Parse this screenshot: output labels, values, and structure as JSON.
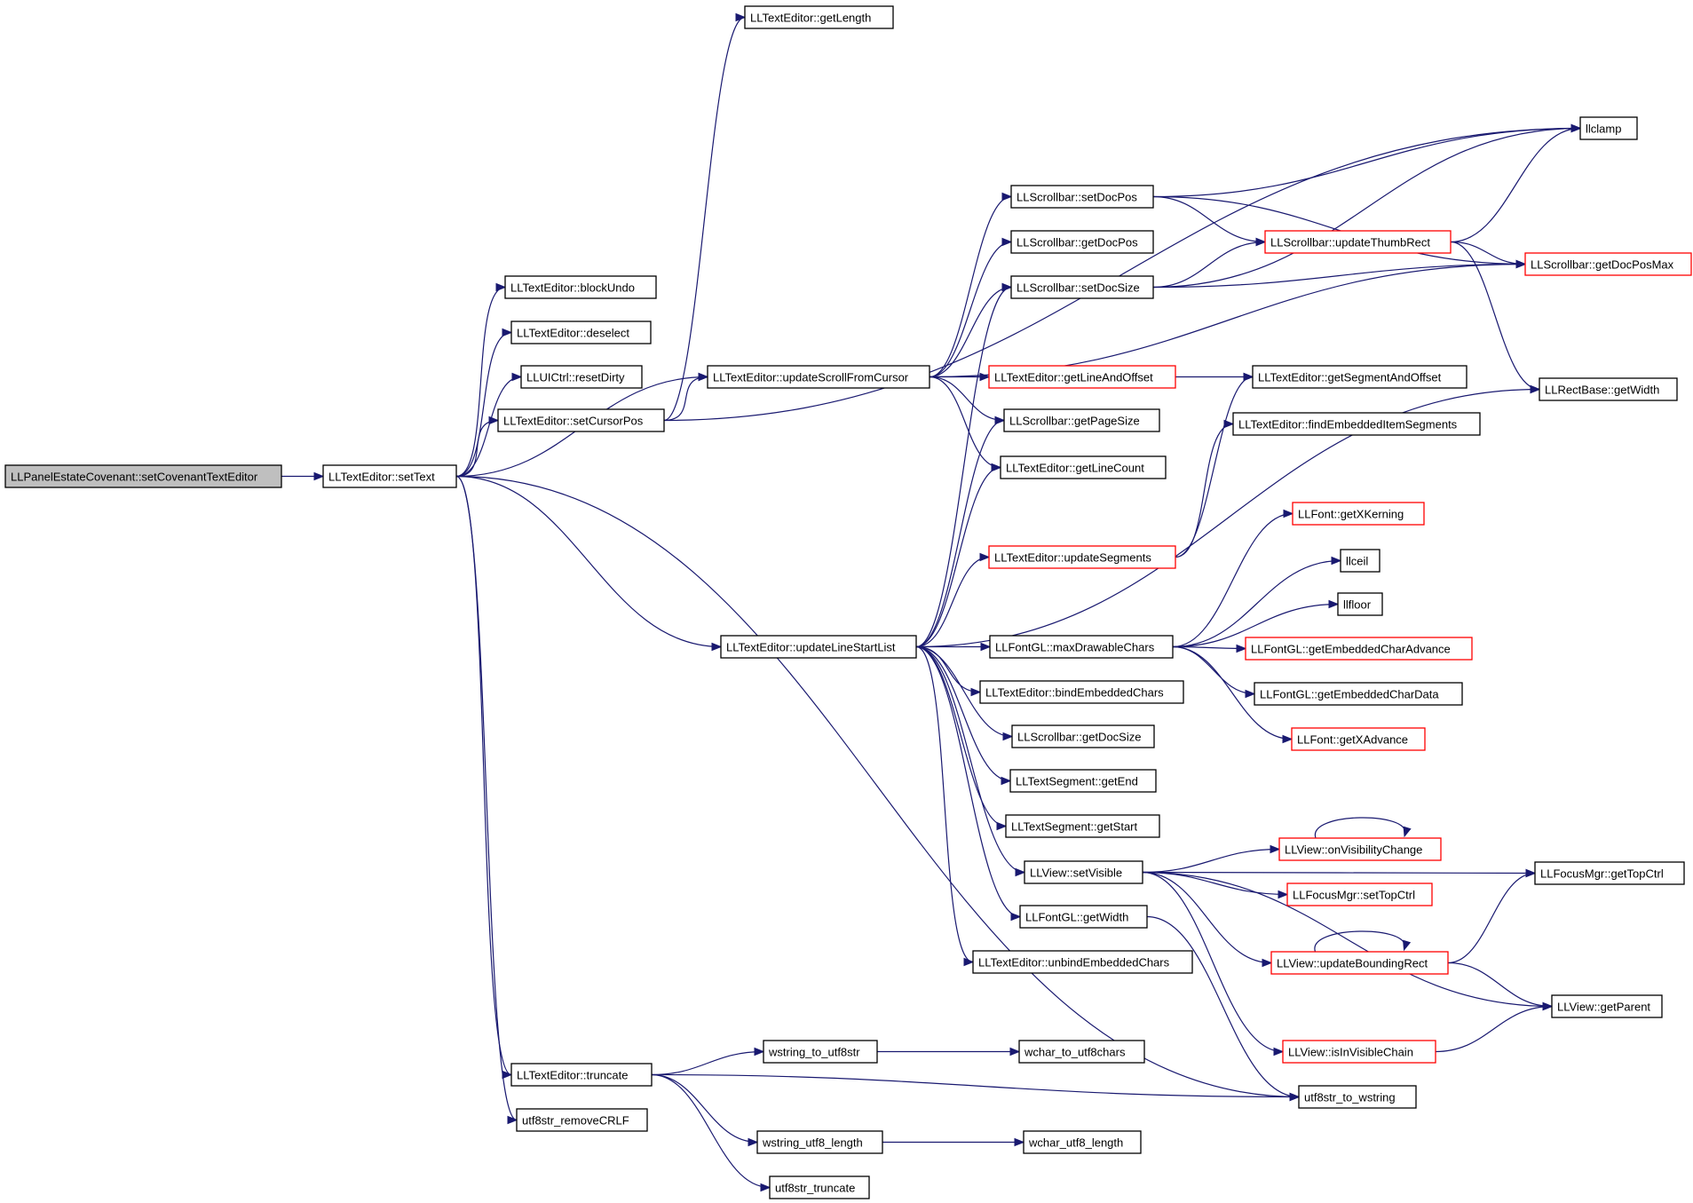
{
  "colors": {
    "edge": "#191970",
    "border": "#000000",
    "partial_border": "#ff0000",
    "root_fill": "#bfbfbf",
    "background": "#ffffff"
  },
  "nodes": [
    {
      "id": "root",
      "label": "LLPanelEstateCovenant::setCovenantTextEditor",
      "style": "root"
    },
    {
      "id": "setText",
      "label": "LLTextEditor::setText",
      "style": "normal"
    },
    {
      "id": "getLength",
      "label": "LLTextEditor::getLength",
      "style": "normal"
    },
    {
      "id": "blockUndo",
      "label": "LLTextEditor::blockUndo",
      "style": "normal"
    },
    {
      "id": "deselect",
      "label": "LLTextEditor::deselect",
      "style": "normal"
    },
    {
      "id": "resetDirty",
      "label": "LLUICtrl::resetDirty",
      "style": "normal"
    },
    {
      "id": "setCursorPos",
      "label": "LLTextEditor::setCursorPos",
      "style": "normal"
    },
    {
      "id": "updateScroll",
      "label": "LLTextEditor::updateScrollFromCursor",
      "style": "normal"
    },
    {
      "id": "updateLineStart",
      "label": "LLTextEditor::updateLineStartList",
      "style": "normal"
    },
    {
      "id": "truncate",
      "label": "LLTextEditor::truncate",
      "style": "normal"
    },
    {
      "id": "removeCRLF",
      "label": "utf8str_removeCRLF",
      "style": "normal"
    },
    {
      "id": "setDocPos",
      "label": "LLScrollbar::setDocPos",
      "style": "normal"
    },
    {
      "id": "getDocPos",
      "label": "LLScrollbar::getDocPos",
      "style": "normal"
    },
    {
      "id": "setDocSize",
      "label": "LLScrollbar::setDocSize",
      "style": "normal"
    },
    {
      "id": "getLineAndOffset",
      "label": "LLTextEditor::getLineAndOffset",
      "style": "red"
    },
    {
      "id": "getPageSize",
      "label": "LLScrollbar::getPageSize",
      "style": "normal"
    },
    {
      "id": "getLineCount",
      "label": "LLTextEditor::getLineCount",
      "style": "normal"
    },
    {
      "id": "updateSegments",
      "label": "LLTextEditor::updateSegments",
      "style": "red"
    },
    {
      "id": "maxDrawable",
      "label": "LLFontGL::maxDrawableChars",
      "style": "normal"
    },
    {
      "id": "bindEmbedded",
      "label": "LLTextEditor::bindEmbeddedChars",
      "style": "normal"
    },
    {
      "id": "getDocSize",
      "label": "LLScrollbar::getDocSize",
      "style": "normal"
    },
    {
      "id": "segGetEnd",
      "label": "LLTextSegment::getEnd",
      "style": "normal"
    },
    {
      "id": "segGetStart",
      "label": "LLTextSegment::getStart",
      "style": "normal"
    },
    {
      "id": "setVisible",
      "label": "LLView::setVisible",
      "style": "normal"
    },
    {
      "id": "fontGetWidth",
      "label": "LLFontGL::getWidth",
      "style": "normal"
    },
    {
      "id": "unbindEmbedded",
      "label": "LLTextEditor::unbindEmbeddedChars",
      "style": "normal"
    },
    {
      "id": "llclamp",
      "label": "llclamp",
      "style": "normal"
    },
    {
      "id": "updateThumb",
      "label": "LLScrollbar::updateThumbRect",
      "style": "red"
    },
    {
      "id": "getDocPosMax",
      "label": "LLScrollbar::getDocPosMax",
      "style": "red"
    },
    {
      "id": "getSegmentAndOffset",
      "label": "LLTextEditor::getSegmentAndOffset",
      "style": "normal"
    },
    {
      "id": "findEmbedded",
      "label": "LLTextEditor::findEmbeddedItemSegments",
      "style": "normal"
    },
    {
      "id": "rectGetWidth",
      "label": "LLRectBase::getWidth",
      "style": "normal"
    },
    {
      "id": "getXKerning",
      "label": "LLFont::getXKerning",
      "style": "red"
    },
    {
      "id": "llceil",
      "label": "llceil",
      "style": "normal"
    },
    {
      "id": "llfloor",
      "label": "llfloor",
      "style": "normal"
    },
    {
      "id": "getEmbAdvance",
      "label": "LLFontGL::getEmbeddedCharAdvance",
      "style": "red"
    },
    {
      "id": "getEmbData",
      "label": "LLFontGL::getEmbeddedCharData",
      "style": "normal"
    },
    {
      "id": "getXAdvance",
      "label": "LLFont::getXAdvance",
      "style": "red"
    },
    {
      "id": "onVisChange",
      "label": "LLView::onVisibilityChange",
      "style": "red"
    },
    {
      "id": "setTopCtrl",
      "label": "LLFocusMgr::setTopCtrl",
      "style": "red"
    },
    {
      "id": "updateBounding",
      "label": "LLView::updateBoundingRect",
      "style": "red"
    },
    {
      "id": "isInVisibleChain",
      "label": "LLView::isInVisibleChain",
      "style": "red"
    },
    {
      "id": "getTopCtrl",
      "label": "LLFocusMgr::getTopCtrl",
      "style": "normal"
    },
    {
      "id": "getParent",
      "label": "LLView::getParent",
      "style": "normal"
    },
    {
      "id": "wstrToUtf8",
      "label": "wstring_to_utf8str",
      "style": "normal"
    },
    {
      "id": "wcharToUtf8",
      "label": "wchar_to_utf8chars",
      "style": "normal"
    },
    {
      "id": "wstrUtf8Len",
      "label": "wstring_utf8_length",
      "style": "normal"
    },
    {
      "id": "wcharUtf8Len",
      "label": "wchar_utf8_length",
      "style": "normal"
    },
    {
      "id": "utf8Truncate",
      "label": "utf8str_truncate",
      "style": "normal"
    },
    {
      "id": "utf8ToWstr",
      "label": "utf8str_to_wstring",
      "style": "normal"
    }
  ],
  "edges": [
    [
      "root",
      "setText"
    ],
    [
      "setText",
      "blockUndo"
    ],
    [
      "setText",
      "deselect"
    ],
    [
      "setText",
      "resetDirty"
    ],
    [
      "setText",
      "setCursorPos"
    ],
    [
      "setText",
      "updateScroll"
    ],
    [
      "setText",
      "updateLineStart"
    ],
    [
      "setText",
      "truncate"
    ],
    [
      "setText",
      "removeCRLF"
    ],
    [
      "setText",
      "utf8ToWstr"
    ],
    [
      "setCursorPos",
      "getLength"
    ],
    [
      "setCursorPos",
      "updateScroll"
    ],
    [
      "setCursorPos",
      "llclamp"
    ],
    [
      "updateScroll",
      "setDocPos"
    ],
    [
      "updateScroll",
      "getDocPos"
    ],
    [
      "updateScroll",
      "setDocSize"
    ],
    [
      "updateScroll",
      "getLineAndOffset"
    ],
    [
      "updateScroll",
      "getPageSize"
    ],
    [
      "updateScroll",
      "getLineCount"
    ],
    [
      "updateScroll",
      "getDocPosMax"
    ],
    [
      "getLineAndOffset",
      "getSegmentAndOffset"
    ],
    [
      "setDocPos",
      "llclamp"
    ],
    [
      "setDocPos",
      "updateThumb"
    ],
    [
      "setDocPos",
      "getDocPosMax"
    ],
    [
      "setDocSize",
      "llclamp"
    ],
    [
      "setDocSize",
      "updateThumb"
    ],
    [
      "setDocSize",
      "getDocPosMax"
    ],
    [
      "updateThumb",
      "llclamp"
    ],
    [
      "updateThumb",
      "getDocPosMax"
    ],
    [
      "updateThumb",
      "rectGetWidth"
    ],
    [
      "updateLineStart",
      "setDocSize"
    ],
    [
      "updateLineStart",
      "getPageSize"
    ],
    [
      "updateLineStart",
      "getLineCount"
    ],
    [
      "updateLineStart",
      "updateSegments"
    ],
    [
      "updateLineStart",
      "maxDrawable"
    ],
    [
      "updateLineStart",
      "bindEmbedded"
    ],
    [
      "updateLineStart",
      "getDocSize"
    ],
    [
      "updateLineStart",
      "segGetEnd"
    ],
    [
      "updateLineStart",
      "segGetStart"
    ],
    [
      "updateLineStart",
      "setVisible"
    ],
    [
      "updateLineStart",
      "fontGetWidth"
    ],
    [
      "updateLineStart",
      "unbindEmbedded"
    ],
    [
      "updateLineStart",
      "rectGetWidth"
    ],
    [
      "updateSegments",
      "getSegmentAndOffset"
    ],
    [
      "updateSegments",
      "findEmbedded"
    ],
    [
      "maxDrawable",
      "getXKerning"
    ],
    [
      "maxDrawable",
      "llceil"
    ],
    [
      "maxDrawable",
      "llfloor"
    ],
    [
      "maxDrawable",
      "getEmbAdvance"
    ],
    [
      "maxDrawable",
      "getEmbData"
    ],
    [
      "maxDrawable",
      "getXAdvance"
    ],
    [
      "setVisible",
      "onVisChange"
    ],
    [
      "setVisible",
      "setTopCtrl"
    ],
    [
      "setVisible",
      "updateBounding"
    ],
    [
      "setVisible",
      "isInVisibleChain"
    ],
    [
      "setVisible",
      "getTopCtrl"
    ],
    [
      "setVisible",
      "getParent"
    ],
    [
      "onVisChange",
      "onVisChange"
    ],
    [
      "updateBounding",
      "updateBounding"
    ],
    [
      "updateBounding",
      "getTopCtrl"
    ],
    [
      "updateBounding",
      "getParent"
    ],
    [
      "isInVisibleChain",
      "getParent"
    ],
    [
      "fontGetWidth",
      "utf8ToWstr"
    ],
    [
      "truncate",
      "wstrToUtf8"
    ],
    [
      "truncate",
      "utf8ToWstr"
    ],
    [
      "truncate",
      "wstrUtf8Len"
    ],
    [
      "truncate",
      "utf8Truncate"
    ],
    [
      "wstrToUtf8",
      "wcharToUtf8"
    ],
    [
      "wstrUtf8Len",
      "wcharUtf8Len"
    ]
  ]
}
